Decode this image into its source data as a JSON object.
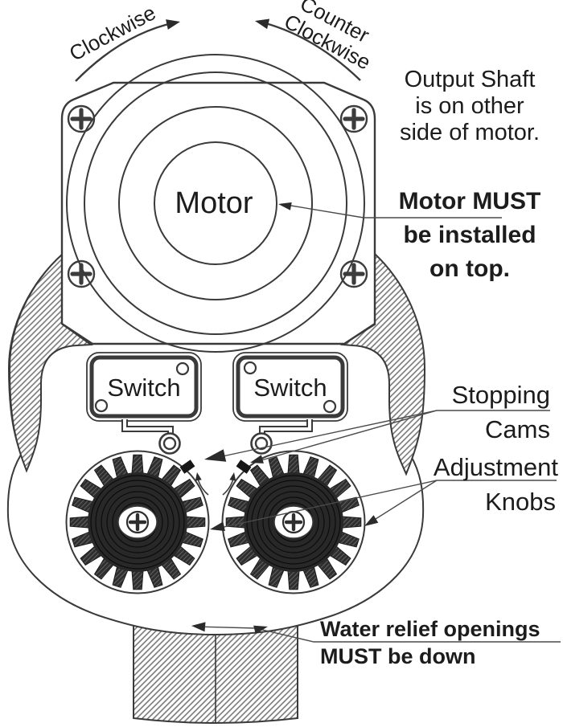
{
  "diagram": {
    "rotation_labels": {
      "clockwise": "Clockwise",
      "counter": [
        "Counter",
        "Clockwise"
      ]
    },
    "motor": {
      "label": "Motor"
    },
    "switches": {
      "left": "Switch",
      "right": "Switch"
    },
    "notes": {
      "output_shaft": [
        "Output Shaft",
        "is on other",
        "side of motor."
      ],
      "motor_install": [
        "Motor MUST",
        "be installed",
        "on top."
      ],
      "stopping_cams": [
        "Stopping",
        "Cams"
      ],
      "adjustment_knobs": [
        "Adjustment",
        "Knobs"
      ],
      "water_relief": [
        "Water relief openings",
        "MUST be down"
      ]
    },
    "colors": {
      "line": "#3a3a3a",
      "dark_fill": "#2e2e2e",
      "hatch_line": "#6f6f6f",
      "background": "#ffffff"
    }
  }
}
